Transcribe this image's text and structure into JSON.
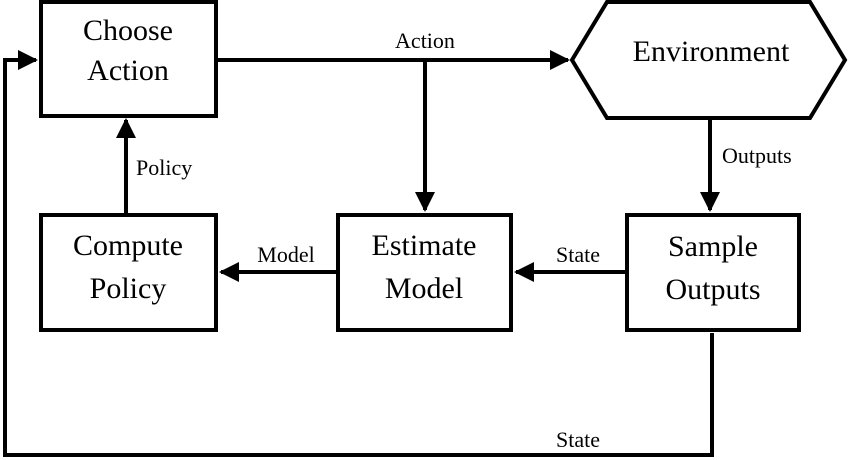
{
  "nodes": {
    "choose_action": {
      "line1": "Choose",
      "line2": "Action"
    },
    "environment": {
      "label": "Environment"
    },
    "compute_policy": {
      "line1": "Compute",
      "line2": "Policy"
    },
    "estimate_model": {
      "line1": "Estimate",
      "line2": "Model"
    },
    "sample_outputs": {
      "line1": "Sample",
      "line2": "Outputs"
    }
  },
  "edges": {
    "action": "Action",
    "outputs": "Outputs",
    "state_sample_to_estimate": "State",
    "model": "Model",
    "policy": "Policy",
    "state_feedback": "State"
  },
  "colors": {
    "stroke": "#000000",
    "fill": "#ffffff"
  }
}
